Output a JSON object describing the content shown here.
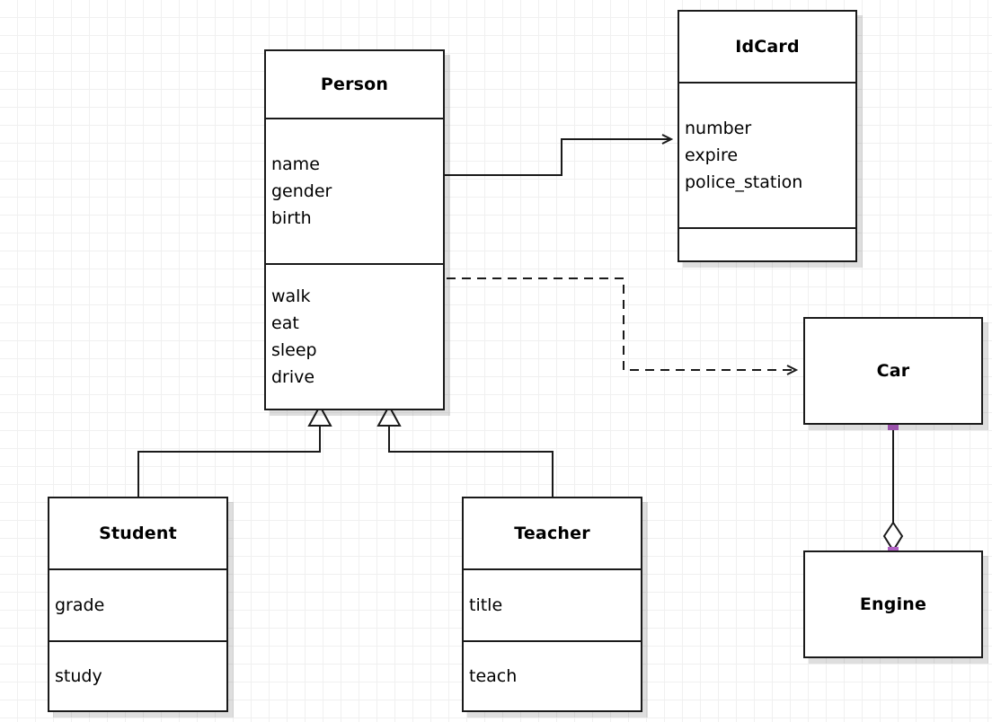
{
  "diagram": {
    "type": "uml-class-diagram",
    "background": "#ffffff",
    "grid_color": "#f0f0f0",
    "line_color": "#1a1a1a",
    "handle_color": "#b05fc4"
  },
  "classes": {
    "person": {
      "name": "Person",
      "attributes": [
        "name",
        "gender",
        "birth"
      ],
      "methods": [
        "walk",
        "eat",
        "sleep",
        "drive"
      ]
    },
    "idcard": {
      "name": "IdCard",
      "attributes": [
        "number",
        "expire",
        "police_station"
      ],
      "methods": []
    },
    "student": {
      "name": "Student",
      "attributes": [
        "grade"
      ],
      "methods": [
        "study"
      ]
    },
    "teacher": {
      "name": "Teacher",
      "attributes": [
        "title"
      ],
      "methods": [
        "teach"
      ]
    },
    "car": {
      "name": "Car",
      "attributes": [],
      "methods": []
    },
    "engine": {
      "name": "Engine",
      "attributes": [],
      "methods": []
    }
  },
  "relationships": [
    {
      "id": "person-idcard",
      "kind": "association",
      "from": "Person",
      "to": "IdCard",
      "line": "solid",
      "arrowhead": "open"
    },
    {
      "id": "person-car",
      "kind": "dependency",
      "from": "Person",
      "to": "Car",
      "line": "dashed",
      "arrowhead": "open"
    },
    {
      "id": "student-person",
      "kind": "generalization",
      "from": "Student",
      "to": "Person",
      "line": "solid",
      "arrowhead": "hollow-triangle"
    },
    {
      "id": "teacher-person",
      "kind": "generalization",
      "from": "Teacher",
      "to": "Person",
      "line": "solid",
      "arrowhead": "hollow-triangle"
    },
    {
      "id": "car-engine",
      "kind": "aggregation",
      "from": "Car",
      "to": "Engine",
      "line": "solid",
      "arrowhead": "hollow-diamond"
    }
  ]
}
